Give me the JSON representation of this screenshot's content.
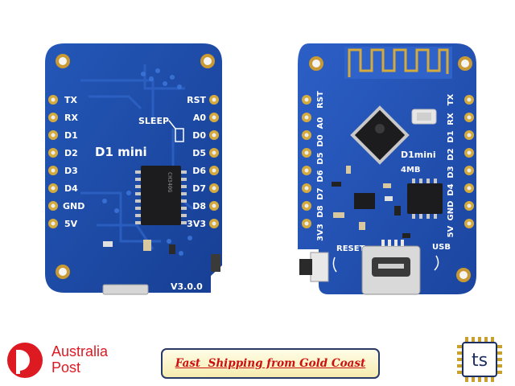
{
  "left_board": {
    "pins_left": [
      "TX",
      "RX",
      "D1",
      "D2",
      "D3",
      "D4",
      "GND",
      "5V"
    ],
    "pins_right": [
      "RST",
      "A0",
      "D0",
      "D5",
      "D6",
      "D7",
      "D8",
      "3V3"
    ],
    "sleep_label": "SLEEP",
    "model_label": "D1 mini",
    "version_label": "V3.0.0",
    "chip_text": "CH340G"
  },
  "right_board": {
    "pins_top": [
      "RST",
      "A0",
      "D0",
      "D5",
      "D6",
      "D7",
      "D8",
      "3V3"
    ],
    "pins_bottom": [
      "TX",
      "RX",
      "D1",
      "D2",
      "D3",
      "D4",
      "GND",
      "5V"
    ],
    "model_label": "D1mini",
    "flash_label": "4MB",
    "reset_label": "RESET",
    "usb_label": "USB"
  },
  "footer": {
    "australia_post": [
      "Australia",
      "Post"
    ],
    "banner_text": "Fast  Shipping from Gold Coast",
    "badge_text": "ts"
  },
  "colors": {
    "pcb": "#1f4ba3",
    "pcb_light": "#2a5cc4",
    "gold": "#d4aa3c",
    "banner_text": "#cc1010",
    "auspost_red": "#dd1a22",
    "ts_navy": "#1d2f5e"
  }
}
